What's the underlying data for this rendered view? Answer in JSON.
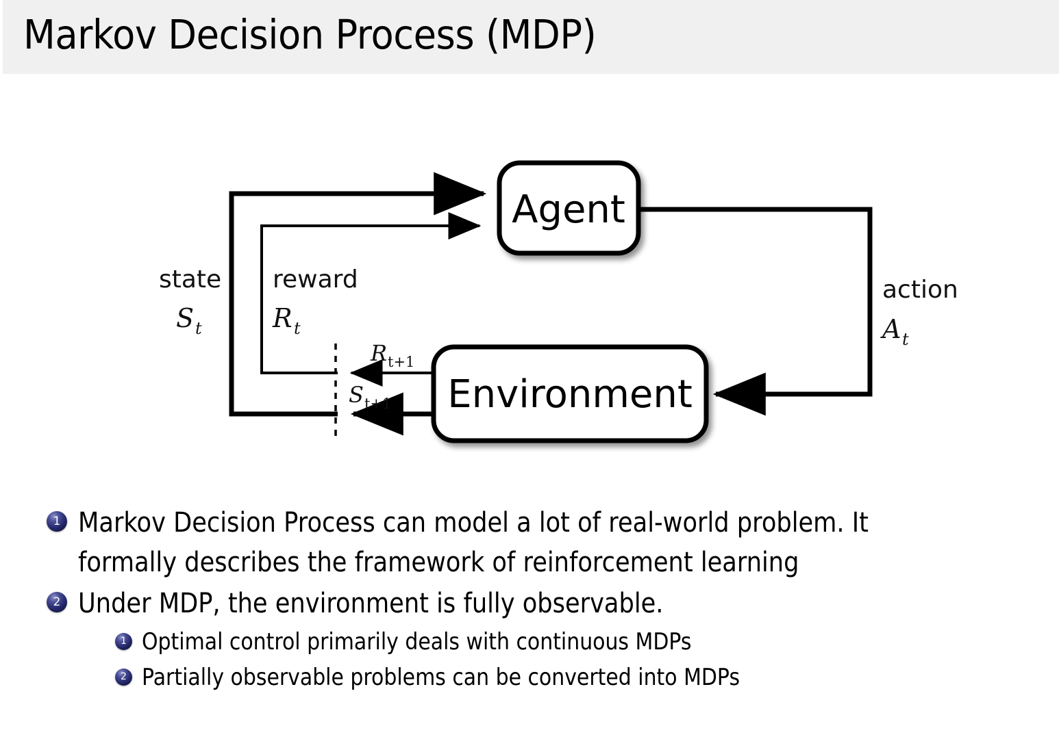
{
  "slide": {
    "title": "Markov Decision Process (MDP)",
    "header_bg": "#f0f0f0",
    "body_bg": "#ffffff",
    "text_color": "#000000"
  },
  "diagram": {
    "name": "agent-environment-interaction-loop",
    "nodes": {
      "agent": "Agent",
      "environment": "Environment"
    },
    "edge_labels": {
      "state_word": "state",
      "state_symbol": "S",
      "state_symbol_sub": "t",
      "reward_word": "reward",
      "reward_symbol": "R",
      "reward_symbol_sub": "t",
      "action_word": "action",
      "action_symbol": "A",
      "action_symbol_sub": "t",
      "next_reward_symbol": "R",
      "next_reward_sub": "t+1",
      "next_state_symbol": "S",
      "next_state_sub": "t+1"
    },
    "stroke_color": "#000000"
  },
  "bullets": [
    {
      "number": "1",
      "level": 1,
      "text": "Markov Decision Process can model a lot of real-world problem.  It\nformally describes the framework of reinforcement learning"
    },
    {
      "number": "2",
      "level": 1,
      "text": "Under MDP, the environment is fully observable."
    },
    {
      "number": "1",
      "level": 2,
      "text": "Optimal control primarily deals with continuous MDPs"
    },
    {
      "number": "2",
      "level": 2,
      "text": "Partially observable problems can be converted into MDPs"
    }
  ],
  "marker_color": "#262a6e"
}
